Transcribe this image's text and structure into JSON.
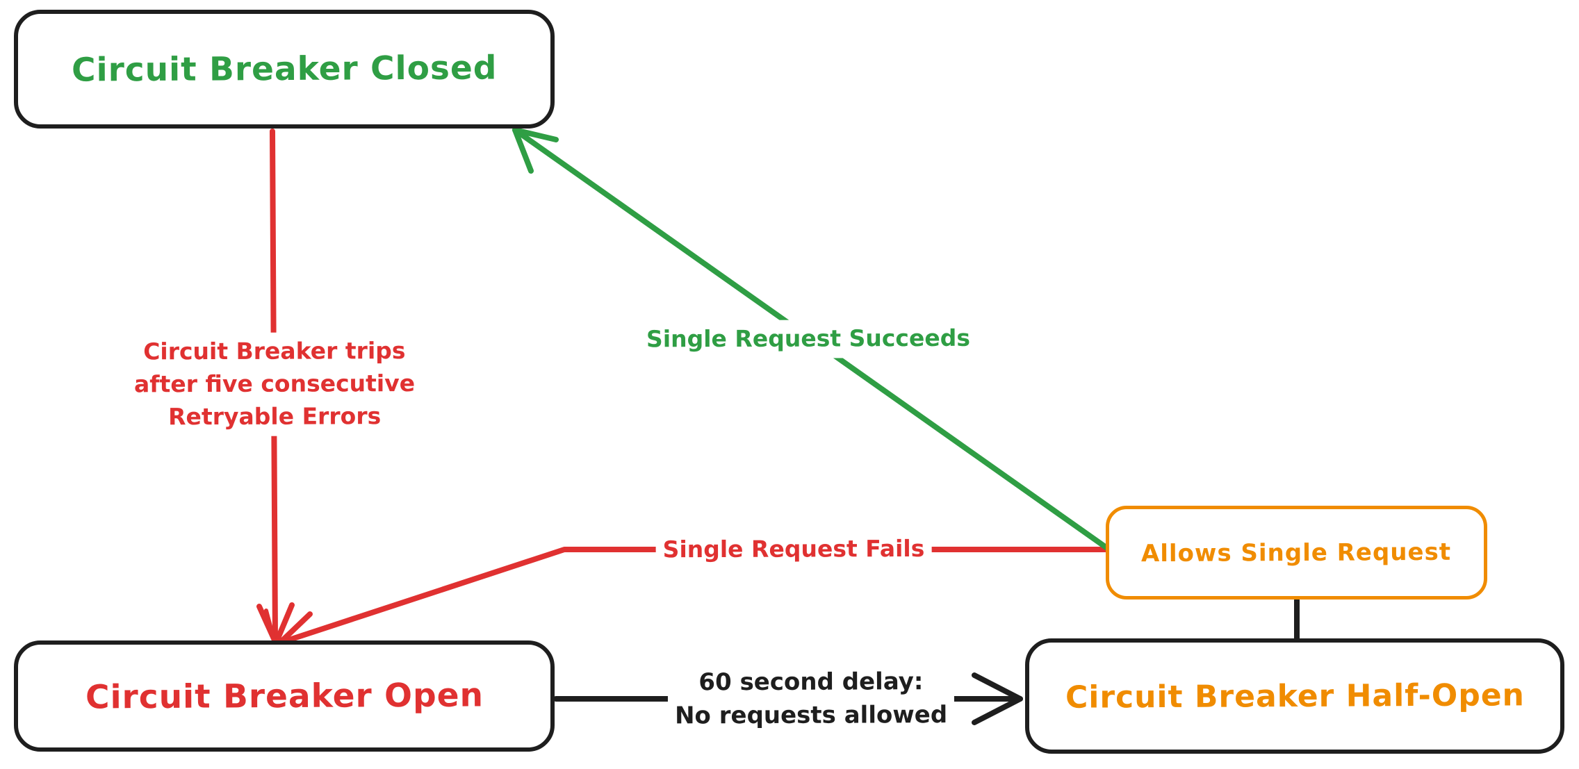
{
  "diagram": {
    "type": "state-diagram",
    "subject": "Circuit Breaker pattern states",
    "colors": {
      "green": "#2f9e44",
      "red": "#e03131",
      "orange": "#f08c00",
      "ink": "#1e1e1e",
      "canvas": "#ffffff"
    },
    "nodes": {
      "closed": {
        "label": "Circuit Breaker Closed",
        "text_color": "#2f9e44",
        "border_color": "#1e1e1e"
      },
      "open": {
        "label": "Circuit Breaker Open",
        "text_color": "#e03131",
        "border_color": "#1e1e1e"
      },
      "half_open": {
        "label": "Circuit Breaker Half-Open",
        "text_color": "#f08c00",
        "border_color": "#1e1e1e"
      },
      "allows": {
        "label": "Allows Single Request",
        "text_color": "#f08c00",
        "border_color": "#f08c00"
      }
    },
    "edges": {
      "trips": {
        "from": "closed",
        "to": "open",
        "color": "#e03131",
        "arrowhead": "to",
        "lines": [
          "Circuit Breaker trips",
          "after five consecutive",
          "Retryable Errors"
        ]
      },
      "succeeds": {
        "from": "allows",
        "to": "closed",
        "color": "#2f9e44",
        "arrowhead": "to",
        "label": "Single Request Succeeds"
      },
      "fails": {
        "from": "allows",
        "to": "open",
        "color": "#e03131",
        "arrowhead": "to",
        "label": "Single Request Fails"
      },
      "delay": {
        "from": "open",
        "to": "half_open",
        "color": "#1e1e1e",
        "arrowhead": "to",
        "lines": [
          "60 second delay:",
          "No requests allowed"
        ]
      },
      "allows_link": {
        "from": "allows",
        "to": "half_open",
        "color": "#1e1e1e",
        "arrowhead": "none",
        "label": ""
      }
    }
  }
}
